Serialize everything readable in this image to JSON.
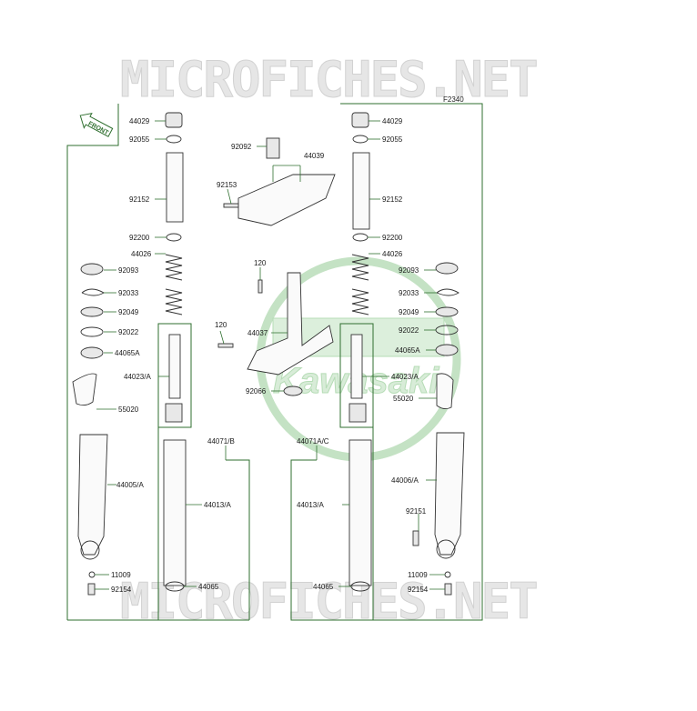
{
  "watermark": {
    "text": "MICROFICHES.NET",
    "brand": "Kawasaki"
  },
  "figure_code": "F2340",
  "front_arrow": "FRONT",
  "colors": {
    "line": "#2f6f2f",
    "watermark_green": "#b6dcb6",
    "text": "#1a1a1a"
  },
  "labels": {
    "l44029": "44029",
    "l92055": "92055",
    "l92152": "92152",
    "l92200": "92200",
    "l44026": "44026",
    "l92093": "92093",
    "l92033": "92033",
    "l92049": "92049",
    "l92022": "92022",
    "l44065A": "44065A",
    "l44023A": "44023/A",
    "l55020": "55020",
    "l44071B": "44071/B",
    "l44005A": "44005/A",
    "l44013A": "44013/A",
    "l11009": "11009",
    "l92154": "92154",
    "l44065": "44065",
    "r44029": "44029",
    "r92055": "92055",
    "r92152": "92152",
    "r92200": "92200",
    "r44026": "44026",
    "r92093": "92093",
    "r92033": "92033",
    "r92049": "92049",
    "r92022": "92022",
    "r44065A": "44065A",
    "r44023A": "44023/A",
    "r55020": "55020",
    "r44071AC": "44071A/C",
    "r44006A": "44006/A",
    "r44013A": "44013/A",
    "r92151": "92151",
    "r11009": "11009",
    "r92154": "92154",
    "r44065": "44065",
    "c92092": "92092",
    "c44039": "44039",
    "c92153": "92153",
    "c120a": "120",
    "c44037": "44037",
    "c120b": "120",
    "c92066": "92066"
  }
}
